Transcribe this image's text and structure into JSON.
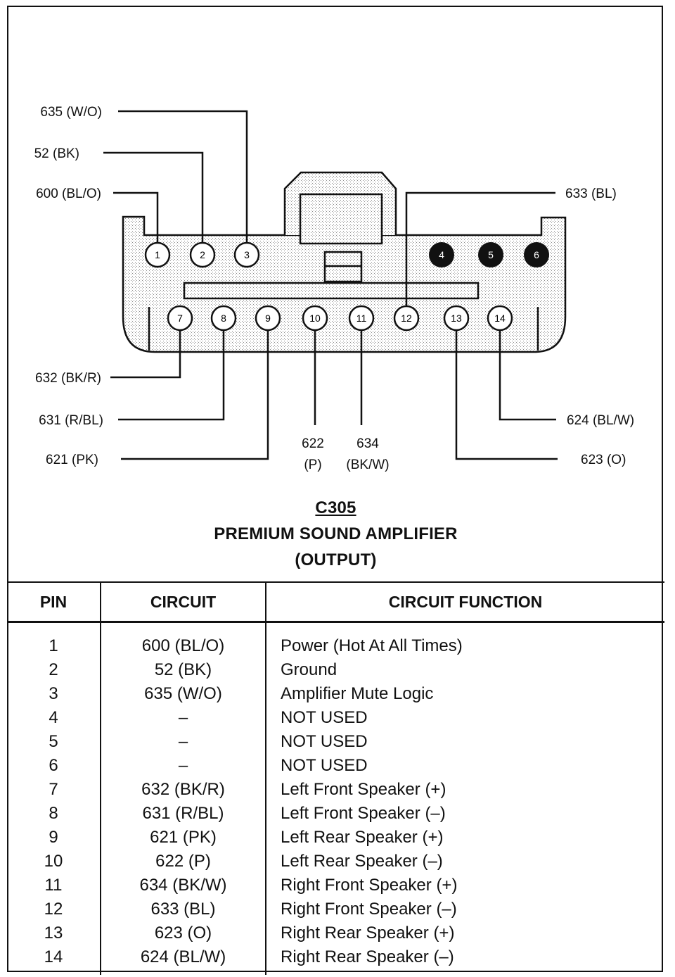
{
  "connector": {
    "id": "C305",
    "name": "PREMIUM SOUND AMPLIFIER",
    "subtitle": "(OUTPUT)"
  },
  "wire_labels": {
    "pin3": "635 (W/O)",
    "pin2": "52 (BK)",
    "pin1": "600 (BL/O)",
    "pin12": "633 (BL)",
    "pin7": "632 (BK/R)",
    "pin8": "631 (R/BL)",
    "pin9": "621 (PK)",
    "pin10_a": "622",
    "pin10_b": "(P)",
    "pin11_a": "634",
    "pin11_b": "(BK/W)",
    "pin14": "624 (BL/W)",
    "pin13": "623 (O)"
  },
  "pins": [
    "1",
    "2",
    "3",
    "4",
    "5",
    "6",
    "7",
    "8",
    "9",
    "10",
    "11",
    "12",
    "13",
    "14"
  ],
  "table": {
    "headers": [
      "PIN",
      "CIRCUIT",
      "CIRCUIT FUNCTION"
    ],
    "rows": [
      [
        "1",
        "600 (BL/O)",
        "Power (Hot At All Times)"
      ],
      [
        "2",
        "52 (BK)",
        "Ground"
      ],
      [
        "3",
        "635 (W/O)",
        "Amplifier Mute Logic"
      ],
      [
        "4",
        "–",
        "NOT USED"
      ],
      [
        "5",
        "–",
        "NOT USED"
      ],
      [
        "6",
        "–",
        "NOT USED"
      ],
      [
        "7",
        "632 (BK/R)",
        "Left Front Speaker (+)"
      ],
      [
        "8",
        "631 (R/BL)",
        "Left Front Speaker (–)"
      ],
      [
        "9",
        "621 (PK)",
        "Left Rear Speaker (+)"
      ],
      [
        "10",
        "622 (P)",
        "Left Rear Speaker (–)"
      ],
      [
        "11",
        "634 (BK/W)",
        "Right Front Speaker (+)"
      ],
      [
        "12",
        "633 (BL)",
        "Right Front Speaker (–)"
      ],
      [
        "13",
        "623 (O)",
        "Right Rear Speaker (+)"
      ],
      [
        "14",
        "624 (BL/W)",
        "Right Rear Speaker (–)"
      ]
    ]
  }
}
